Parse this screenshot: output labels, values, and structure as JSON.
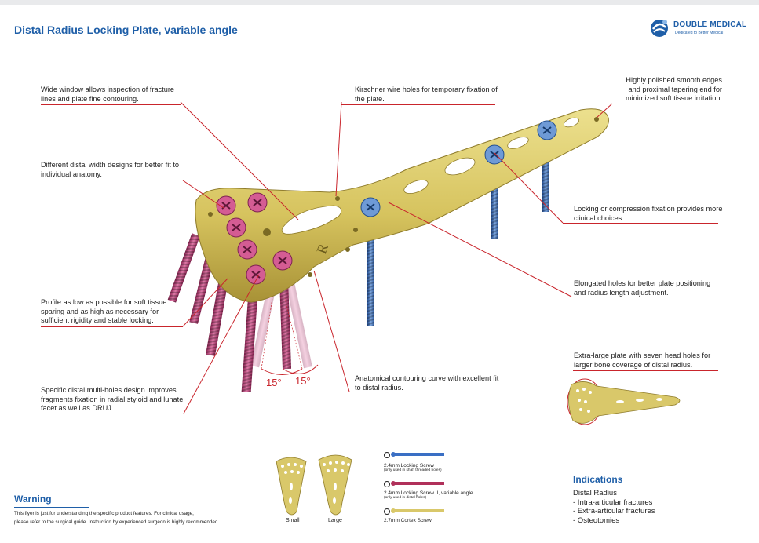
{
  "header": {
    "title": "Distal Radius Locking Plate, variable angle",
    "brand": "DOUBLE MEDICAL",
    "brand_tagline": "Dedicated to Better Medical",
    "brand_color": "#1f5fa8",
    "accent_color": "#c9252c",
    "plate_color": "#d9c86a"
  },
  "callouts": {
    "wide_window": "Wide window allows inspection of fracture lines and plate fine contouring.",
    "kirschner": "Kirschner wire holes for temporary fixation of the plate.",
    "polished": "Highly polished smooth edges and proximal tapering end for minimized soft tissue irritation.",
    "distal_width": "Different distal width designs for better fit to individual anatomy.",
    "locking": "Locking or compression fixation provides more clinical choices.",
    "elongated": "Elongated holes for better plate positioning and radius length adjustment.",
    "profile": "Profile as low as possible for soft tissue sparing and as high as necessary for sufficient rigidity and stable locking.",
    "anatomical": "Anatomical contouring curve with excellent fit to distal radius.",
    "multi_holes": "Specific distal multi-holes design improves fragments fixation in radial styloid and lunate facet as well as DRUJ.",
    "extra_large": "Extra-large plate with seven head holes for larger bone coverage of distal radius."
  },
  "angles": [
    "15°",
    "15°"
  ],
  "plate_mark": "R",
  "warning": {
    "title": "Warning",
    "line1": "This flyer is just for understanding the specific product features. For clinical usage,",
    "line2": "please refer to the surgical guide. Instruction by experienced surgeon is highly recommended."
  },
  "sizes": [
    "Small",
    "Large"
  ],
  "screws": [
    {
      "name": "2.4mm Locking Screw",
      "note": "(only used in shaft threaded holes)",
      "color": "#3a6fc4"
    },
    {
      "name": "2.4mm Locking Screw II, variable angle",
      "note": "(only used in distal holes)",
      "color": "#b0305a"
    },
    {
      "name": "2.7mm Cortex Screw",
      "note": "",
      "color": "#d9c86a"
    }
  ],
  "indications": {
    "title": "Indications",
    "items": [
      "Distal Radius",
      "- Intra-articular fractures",
      "- Extra-articular fractures",
      "- Osteotomies"
    ]
  }
}
